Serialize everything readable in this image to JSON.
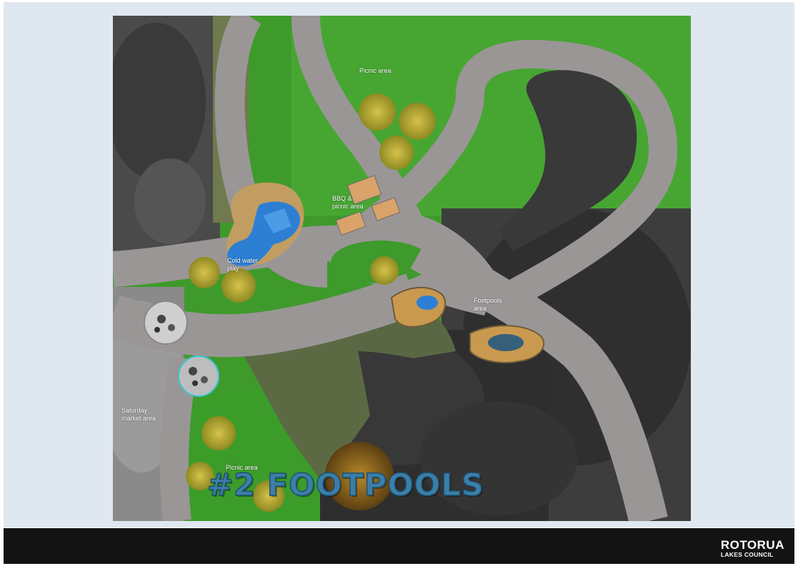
{
  "plan": {
    "title": "#2 FOOTPOOLS",
    "labels": {
      "picnic_top": "Picnic area",
      "bbq": "BBQ &\npicnic area",
      "cold_water": "Cold water\nplay",
      "footpools": "Footpools\narea",
      "saturday_market": "Saturday\nmarket area",
      "picnic_bottom": "Picnic area"
    }
  },
  "footer": {
    "logo_line1": "ROTORUA",
    "logo_line2": "LAKES COUNCIL"
  },
  "colors": {
    "slide_bg": "#dfe7f0",
    "grass": "#3f9a2c",
    "path": "#9a9696",
    "water": "#2d7fd4",
    "title": "#3b7fa8",
    "footer": "#131313"
  }
}
